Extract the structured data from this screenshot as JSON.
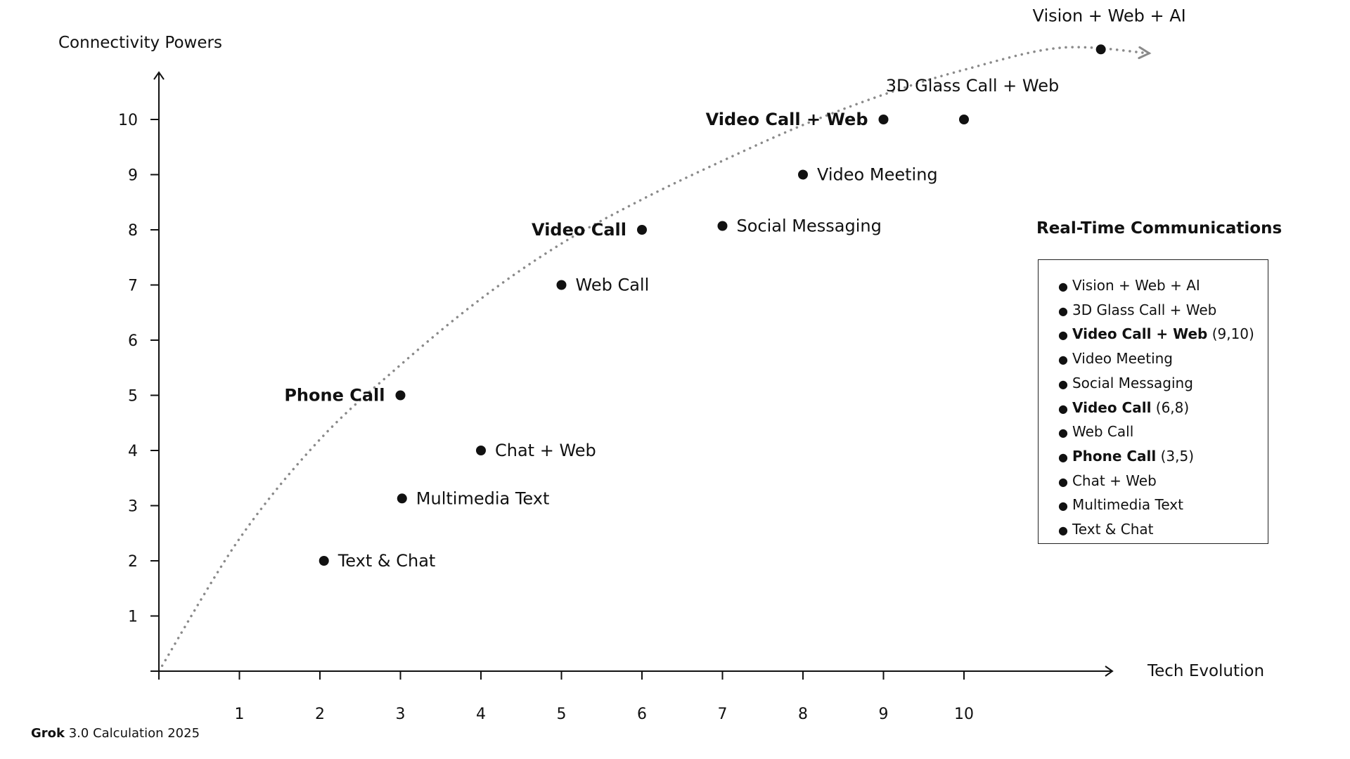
{
  "chart_data": {
    "type": "scatter",
    "title": "",
    "xlabel": "Tech Evolution",
    "ylabel": "Connectivity Powers",
    "xlim": [
      0,
      11.7
    ],
    "ylim": [
      0,
      10.75
    ],
    "x_ticks": [
      1,
      2,
      3,
      4,
      5,
      6,
      7,
      8,
      9,
      10
    ],
    "y_ticks": [
      1,
      2,
      3,
      4,
      5,
      6,
      7,
      8,
      9,
      10
    ],
    "grid": false,
    "points": [
      {
        "label": "Text & Chat",
        "x": 2.05,
        "y": 2,
        "bold": false,
        "label_side": "right"
      },
      {
        "label": "Multimedia Text",
        "x": 3.02,
        "y": 3.13,
        "bold": false,
        "label_side": "right"
      },
      {
        "label": "Chat + Web",
        "x": 4,
        "y": 4,
        "bold": false,
        "label_side": "right"
      },
      {
        "label": "Phone Call",
        "x": 3,
        "y": 5,
        "bold": true,
        "label_side": "left"
      },
      {
        "label": "Web Call",
        "x": 5,
        "y": 7,
        "bold": false,
        "label_side": "right"
      },
      {
        "label": "Video Call",
        "x": 6,
        "y": 8,
        "bold": true,
        "label_side": "left"
      },
      {
        "label": "Social Messaging",
        "x": 7,
        "y": 8.07,
        "bold": false,
        "label_side": "right"
      },
      {
        "label": "Video Meeting",
        "x": 8,
        "y": 9,
        "bold": false,
        "label_side": "right"
      },
      {
        "label": "Video Call + Web",
        "x": 9,
        "y": 10,
        "bold": true,
        "label_side": "left"
      },
      {
        "label": "3D Glass Call + Web",
        "x": 10,
        "y": 10,
        "bold": false,
        "label_side": "above"
      },
      {
        "label": "Vision + Web + AI",
        "x": 11.7,
        "y": 11.27,
        "bold": false,
        "label_side": "above"
      }
    ],
    "trend": {
      "style": "dotted",
      "arrow": true,
      "points": [
        [
          0,
          0
        ],
        [
          1,
          2.4
        ],
        [
          2,
          4.2
        ],
        [
          3,
          5.55
        ],
        [
          4,
          6.75
        ],
        [
          5,
          7.75
        ],
        [
          6,
          8.55
        ],
        [
          7,
          9.25
        ],
        [
          8,
          9.9
        ],
        [
          9,
          10.45
        ],
        [
          10,
          10.9
        ],
        [
          11.2,
          11.3
        ],
        [
          12.3,
          11.2
        ]
      ]
    },
    "legend": {
      "title": "Real-Time Communications",
      "position": "right",
      "items": [
        {
          "label": "Vision + Web + AI",
          "bold": false,
          "suffix": ""
        },
        {
          "label": "3D Glass Call + Web",
          "bold": false,
          "suffix": ""
        },
        {
          "label": "Video Call + Web",
          "bold": true,
          "suffix": " (9,10)"
        },
        {
          "label": "Video Meeting",
          "bold": false,
          "suffix": ""
        },
        {
          "label": "Social Messaging",
          "bold": false,
          "suffix": ""
        },
        {
          "label": "Video Call",
          "bold": true,
          "suffix": " (6,8)"
        },
        {
          "label": "Web Call",
          "bold": false,
          "suffix": ""
        },
        {
          "label": "Phone Call",
          "bold": true,
          "suffix": " (3,5)"
        },
        {
          "label": "Chat + Web",
          "bold": false,
          "suffix": ""
        },
        {
          "label": "Multimedia Text",
          "bold": false,
          "suffix": ""
        },
        {
          "label": "Text & Chat",
          "bold": false,
          "suffix": ""
        }
      ]
    }
  },
  "footer": {
    "brand": "Grok",
    "text": " 3.0 Calculation 2025"
  },
  "colors": {
    "ink": "#111111",
    "trend": "#8a8a8a",
    "axis": "#111111"
  }
}
